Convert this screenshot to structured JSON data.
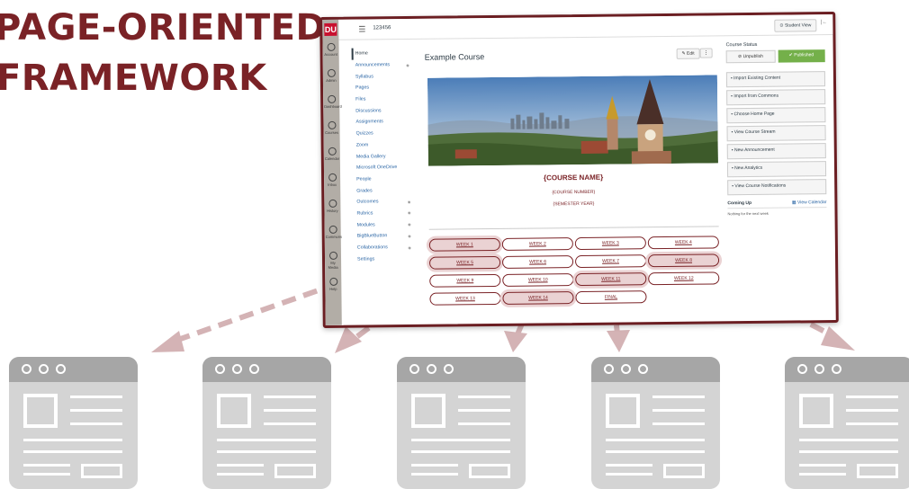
{
  "headline": {
    "line1": "PAGE-ORIENTED",
    "line2": "FRAMEWORK"
  },
  "lms": {
    "topbar": {
      "course_id": "123456",
      "student_view": "Student View"
    },
    "global_nav": [
      {
        "label": "Account"
      },
      {
        "label": "Admin"
      },
      {
        "label": "Dashboard"
      },
      {
        "label": "Courses"
      },
      {
        "label": "Calendar"
      },
      {
        "label": "Inbox"
      },
      {
        "label": "History"
      },
      {
        "label": "Commons"
      },
      {
        "label": "My Media"
      },
      {
        "label": "Help"
      }
    ],
    "course_nav": [
      {
        "label": "Home",
        "active": true
      },
      {
        "label": "Announcements",
        "hidden": true
      },
      {
        "label": "Syllabus"
      },
      {
        "label": "Pages"
      },
      {
        "label": "Files"
      },
      {
        "label": "Discussions"
      },
      {
        "label": "Assignments"
      },
      {
        "label": "Quizzes"
      },
      {
        "label": "Zoom"
      },
      {
        "label": "Media Gallery"
      },
      {
        "label": "Microsoft OneDrive"
      },
      {
        "label": "People"
      },
      {
        "label": "Grades"
      },
      {
        "label": "Outcomes",
        "hidden": true
      },
      {
        "label": "Rubrics",
        "hidden": true
      },
      {
        "label": "Modules",
        "hidden": true
      },
      {
        "label": "BigBlueButton",
        "hidden": true
      },
      {
        "label": "Collaborations",
        "hidden": true
      },
      {
        "label": "Settings"
      }
    ],
    "main": {
      "course_title": "Example Course",
      "edit_label": "✎ Edit",
      "course_name": "{COURSE NAME}",
      "course_number": "{COURSE NUMBER}",
      "semester_year": "{SEMESTER YEAR}"
    },
    "weeks": [
      {
        "label": "WEEK 1",
        "highlight": true
      },
      {
        "label": "WEEK 2",
        "highlight": false
      },
      {
        "label": "WEEK 3",
        "highlight": false
      },
      {
        "label": "WEEK 4",
        "highlight": false
      },
      {
        "label": "WEEK 5",
        "highlight": true
      },
      {
        "label": "WEEK 6",
        "highlight": false
      },
      {
        "label": "WEEK 7",
        "highlight": false
      },
      {
        "label": "WEEK 8",
        "highlight": true
      },
      {
        "label": "WEEK 9",
        "highlight": false
      },
      {
        "label": "WEEK 10",
        "highlight": false
      },
      {
        "label": "WEEK 11",
        "highlight": true
      },
      {
        "label": "WEEK 12",
        "highlight": false
      },
      {
        "label": "WEEK 13",
        "highlight": false
      },
      {
        "label": "WEEK 14",
        "highlight": true
      },
      {
        "label": "FINAL",
        "highlight": false
      }
    ],
    "sidebar": {
      "status_heading": "Course Status",
      "unpublish_label": "Unpublish",
      "published_label": "Published",
      "actions": [
        "Import Existing Content",
        "Import from Commons",
        "Choose Home Page",
        "View Course Stream",
        "New Announcement",
        "New Analytics",
        "View Course Notifications"
      ],
      "coming_up": "Coming Up",
      "view_calendar": "View Calendar",
      "nothing": "Nothing for the next week"
    }
  },
  "pages_count_label": "",
  "colors": {
    "accent": "#7a2226",
    "arrow": "#d4b3b5",
    "page_icon": "#d4d4d4",
    "page_bar": "#a6a6a6"
  }
}
